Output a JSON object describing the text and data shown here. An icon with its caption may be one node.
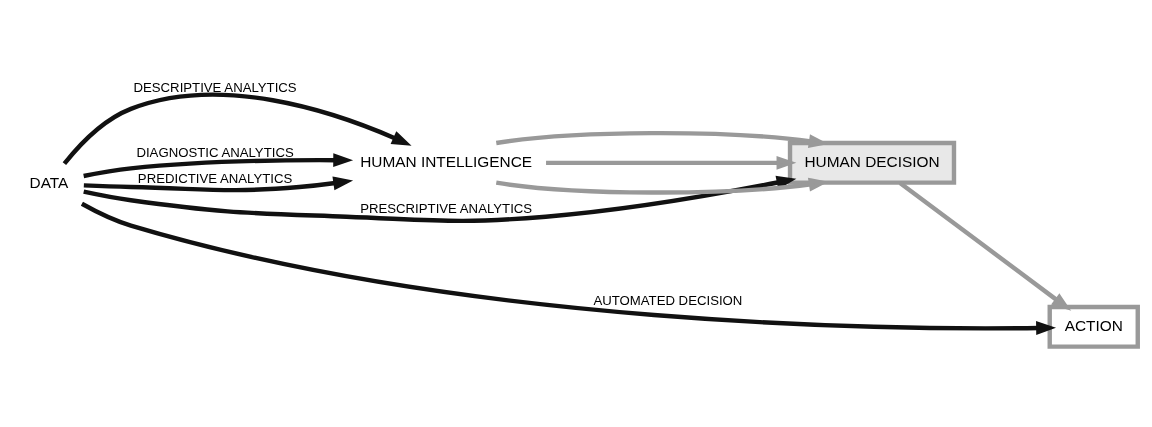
{
  "diagram": {
    "nodes": [
      {
        "text": [
          "DATA"
        ]
      },
      {
        "text": [
          "HUMAN INTELLIGENCE"
        ]
      },
      {
        "text": [
          "HUMAN DECISION"
        ]
      },
      {
        "text": [
          "ACTION"
        ]
      }
    ],
    "edges": [
      {
        "from": 0,
        "to": 1,
        "arrow": "to",
        "label": "DESCRIPTIVE ANALYTICS"
      },
      {
        "from": 0,
        "to": 1,
        "arrow": "to",
        "label": "DIAGNOSTIC ANALYTICS"
      },
      {
        "from": 0,
        "to": 1,
        "arrow": "to",
        "label": "PREDICTIVE ANALYTICS"
      },
      {
        "from": 1,
        "to": 2,
        "arrow": "to",
        "color": "#999999"
      },
      {
        "from": 1,
        "to": 2,
        "arrow": "to",
        "color": "#999999"
      },
      {
        "from": 1,
        "to": 2,
        "arrow": "to",
        "color": "#999999"
      },
      {
        "from": 0,
        "to": 2,
        "arrow": "to",
        "label": "PRESCRIPTIVE ANALYTICS"
      },
      {
        "from": 2,
        "to": 3,
        "arrow": "to",
        "color": "#999999"
      },
      {
        "from": 0,
        "to": 3,
        "arrow": "to",
        "label": "AUTOMATED DECISION"
      }
    ]
  }
}
